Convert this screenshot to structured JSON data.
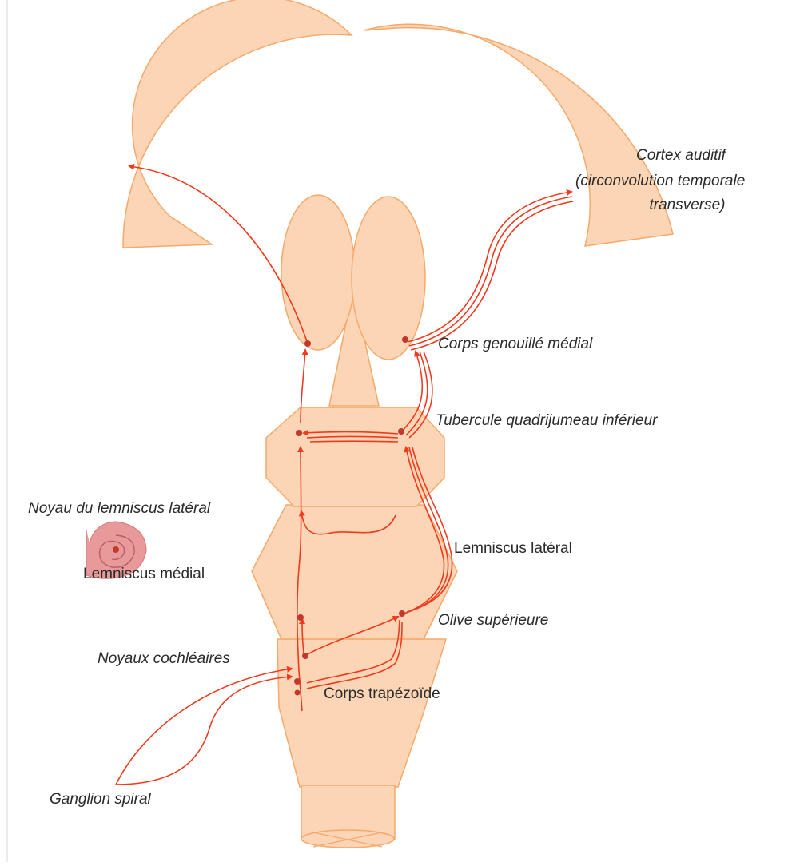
{
  "colors": {
    "structure_fill": "#fbd5b5",
    "structure_stroke": "#f5a96a",
    "pathway": "#f03a1e",
    "nucleus": "#c0392b",
    "ganglion": "#e89a9a",
    "text": "#2a2a2a"
  },
  "labels": {
    "cortex": "Cortex auditif",
    "cortex_detail_1": "(circonvolution temporale",
    "cortex_detail_2": "transverse)",
    "corps_genouille": "Corps genouillé médial",
    "tubercule": "Tubercule quadrijumeau inférieur",
    "noyau_lemniscus": "Noyau du lemniscus latéral",
    "lemniscus_lateral": "Lemniscus latéral",
    "lemniscus_medial": "Lemniscus médial",
    "olive": "Olive supérieure",
    "noyaux_cochleaires": "Noyaux cochléaires",
    "corps_trapezoide": "Corps trapézoïde",
    "ganglion_spiral": "Ganglion spiral"
  }
}
